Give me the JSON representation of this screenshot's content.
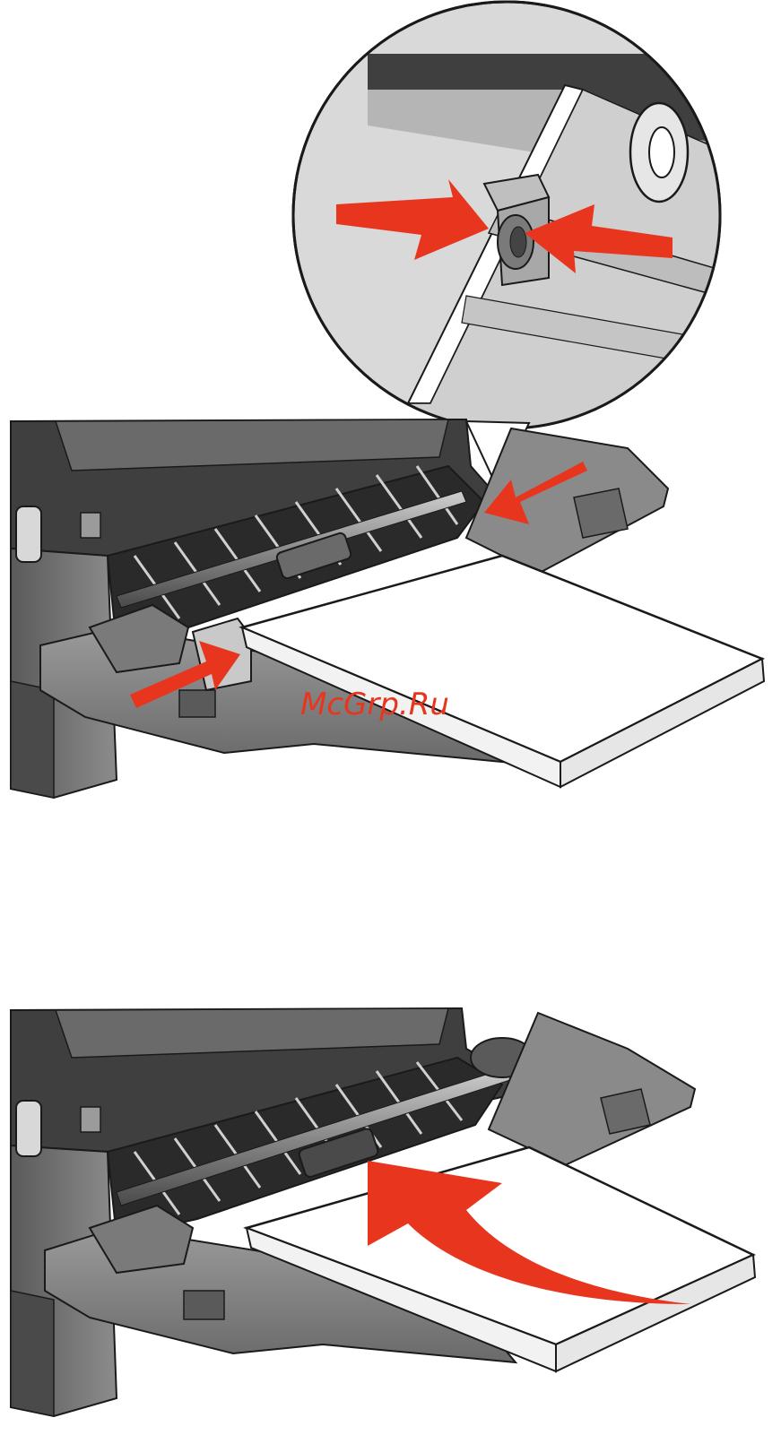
{
  "watermark": {
    "text": "McGrp.Ru"
  },
  "colors": {
    "arrow": "#e8361e",
    "printer_dark": "#3f3f3f",
    "printer_mid": "#6e6e6e",
    "printer_light": "#a9a9a9",
    "paper": "#ffffff",
    "outline": "#1a1a1a"
  },
  "illustrations": [
    {
      "id": "step-1",
      "content": "squeeze-paper-guide-tab-and-slide",
      "arrows": 4,
      "has_callout_magnifier": true
    },
    {
      "id": "step-2",
      "content": "insert-paper-stack-into-multipurpose-feeder",
      "arrows": 1,
      "has_callout_magnifier": false
    }
  ]
}
